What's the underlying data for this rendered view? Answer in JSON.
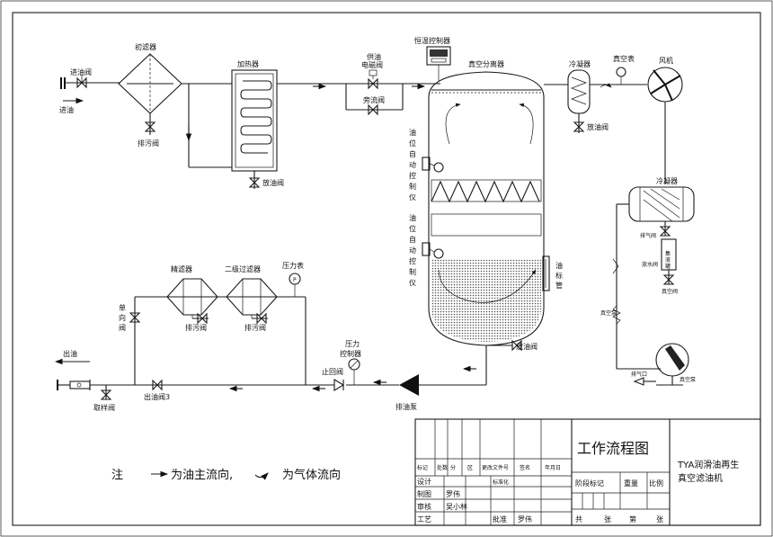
{
  "labels": {
    "coarse_filter": "初滤器",
    "inlet_valve": "进油阀",
    "inlet": "进油",
    "drain_valve": "排污阀",
    "heater": "加热器",
    "supply_valve_1": "供油",
    "supply_valve_2": "电磁阀",
    "bypass_valve": "旁流阀",
    "temp_controller": "恒温控制器",
    "vacuum_separator": "真空分离器",
    "oil_drain_valve": "放油阀",
    "level_ctrl_1": "油位自动控制仪",
    "level_ctrl_2": "油位自动控制仪",
    "sight_glass": "油标管",
    "cooler": "冷凝器",
    "vac_gauge": "真空表",
    "fan": "风机",
    "condenser": "冷凝器",
    "vent_valve": "排气阀",
    "collector": "集液罐",
    "drain_valve_small": "放水阀",
    "vac_valve": "真空阀",
    "vac_pump": "真空泵",
    "fine_filter": "精滤器",
    "second_filter": "二级过滤器",
    "pressure_gauge": "压力表",
    "check_valve_v": "单向阀",
    "drain_valve_fine": "排污阀",
    "drain_valve_second": "排污阀",
    "outlet": "出油",
    "sample_valve": "取样阀",
    "outlet_valve": "出油阀3",
    "pressure_controller_1": "压力",
    "pressure_controller_2": "控制器",
    "check_valve": "止回阀",
    "drain_pump": "排油泵",
    "exhaust": "排气口",
    "vac_pump_label": "真空泵",
    "drain_valve_sep": "放油阀"
  },
  "note": {
    "prefix": "注",
    "main_flow": "为油主流向,",
    "gas_flow": "为气体流向"
  },
  "title_block": {
    "drawing_title": "工作流程图",
    "product_name_1": "TYA润滑油再生",
    "product_name_2": "真空滤油机",
    "stage_mark": "阶段标记",
    "weight": "重量",
    "scale": "比例",
    "total": "共",
    "sheets": "张",
    "sheet_no": "第",
    "sheet_unit": "张",
    "h_mark": "标记",
    "h_count": "处数",
    "h_zone": "分",
    "h_area": "区",
    "h_doc": "更改文件号",
    "h_sign": "签名",
    "h_date": "年月日",
    "design": "设计",
    "standardize": "标准化",
    "draw": "制图",
    "draw_name": "罗伟",
    "review": "审核",
    "review_name": "吴小林",
    "process": "工艺",
    "approve": "批准",
    "approve_name": "罗伟"
  }
}
